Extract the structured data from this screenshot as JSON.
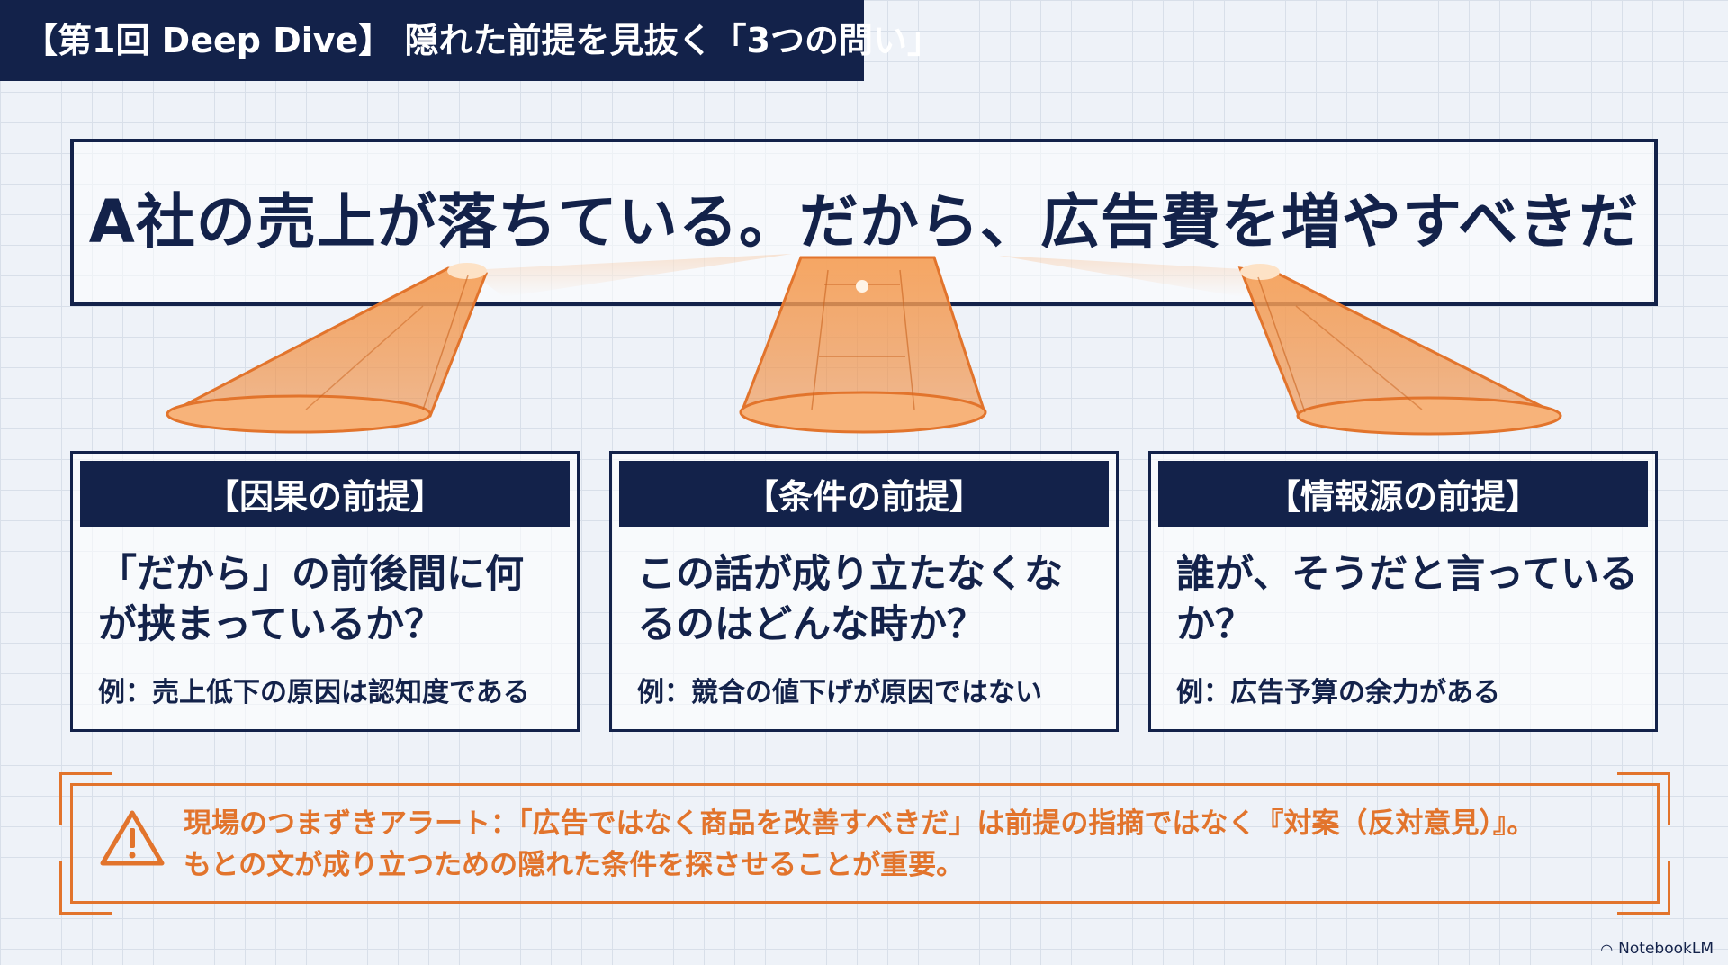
{
  "header": {
    "title": "【第1回 Deep Dive】 隠れた前提を見抜く「3つの問い」"
  },
  "statement": {
    "text": "A社の売上が落ちている。だから、広告費を増やすべきだ"
  },
  "cards": [
    {
      "title": "【因果の前提】",
      "question": "「だから」の前後間に何が挟まっているか？",
      "example": "例：売上低下の原因は認知度である"
    },
    {
      "title": "【条件の前提】",
      "question": "この話が成り立たなくなるのはどんな時か？",
      "example": "例：競合の値下げが原因ではない"
    },
    {
      "title": "【情報源の前提】",
      "question": "誰が、そうだと言っているか？",
      "example": "例：広告予算の余力がある"
    }
  ],
  "alert": {
    "icon": "warning-triangle-icon",
    "line1": "現場のつまずきアラート：「広告ではなく商品を改善すべきだ」は前提の指摘ではなく『対案（反対意見）』。",
    "line2": "もとの文が成り立つための隠れた条件を探させることが重要。"
  },
  "brand": {
    "icon": "notebooklm-icon",
    "label": "NotebookLM"
  },
  "colors": {
    "navy": "#13224a",
    "accent": "#e2742c",
    "background": "#eef2f8"
  }
}
